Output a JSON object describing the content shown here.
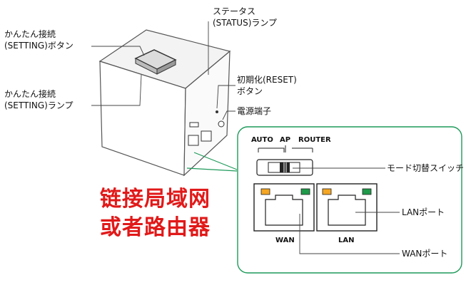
{
  "labels": {
    "setting_button": [
      "かんたん接続",
      "(SETTING)ボタン"
    ],
    "setting_lamp": [
      "かんたん接続",
      "(SETTING)ランプ"
    ],
    "status_lamp": [
      "ステータス",
      "(STATUS)ランプ"
    ],
    "reset_button": [
      "初期化(RESET)",
      "ボタン"
    ],
    "power_port": "電源端子",
    "mode_switch": "モード切替スイッチ",
    "lan_port": "LANポート",
    "wan_port": "WANポート"
  },
  "switch_modes": [
    "AUTO",
    "AP",
    "ROUTER"
  ],
  "port_labels": {
    "wan": "WAN",
    "lan": "LAN"
  },
  "caption": [
    "链接局域网",
    "或者路由器"
  ],
  "colors": {
    "panel_border": "#1e9a5a",
    "caption": "#e11919",
    "lamp_orange": "#f5a623",
    "lamp_green": "#1f9a4a"
  }
}
